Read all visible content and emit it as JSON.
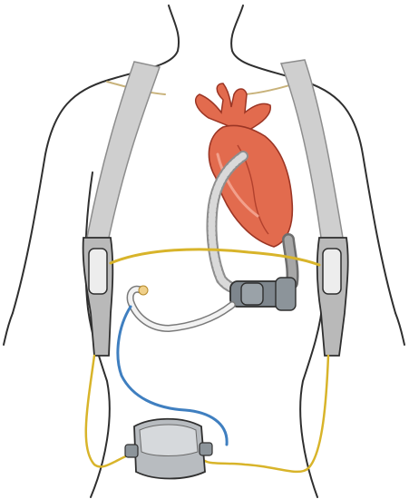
{
  "figure": {
    "subject": "",
    "parts": {
      "torso": "torso-outline",
      "heart": "heart-icon",
      "harness": "shoulder-harness",
      "batteries": "battery-pack",
      "controller": "controller-unit",
      "pump": "pump-unit",
      "driveline": "driveline-cable"
    }
  },
  "colors": {
    "background": "#ffffff",
    "outline": "#2f2f2f",
    "heart": "#e26b4e",
    "heart_dark": "#c8452f",
    "harness": "#c9c9c9",
    "harness_edge": "#8d8d8d",
    "battery_cable": "#d8b42a",
    "driveline_blue": "#3f7fc0",
    "pump": "#7e868d",
    "controller": "#b8bcc0"
  }
}
